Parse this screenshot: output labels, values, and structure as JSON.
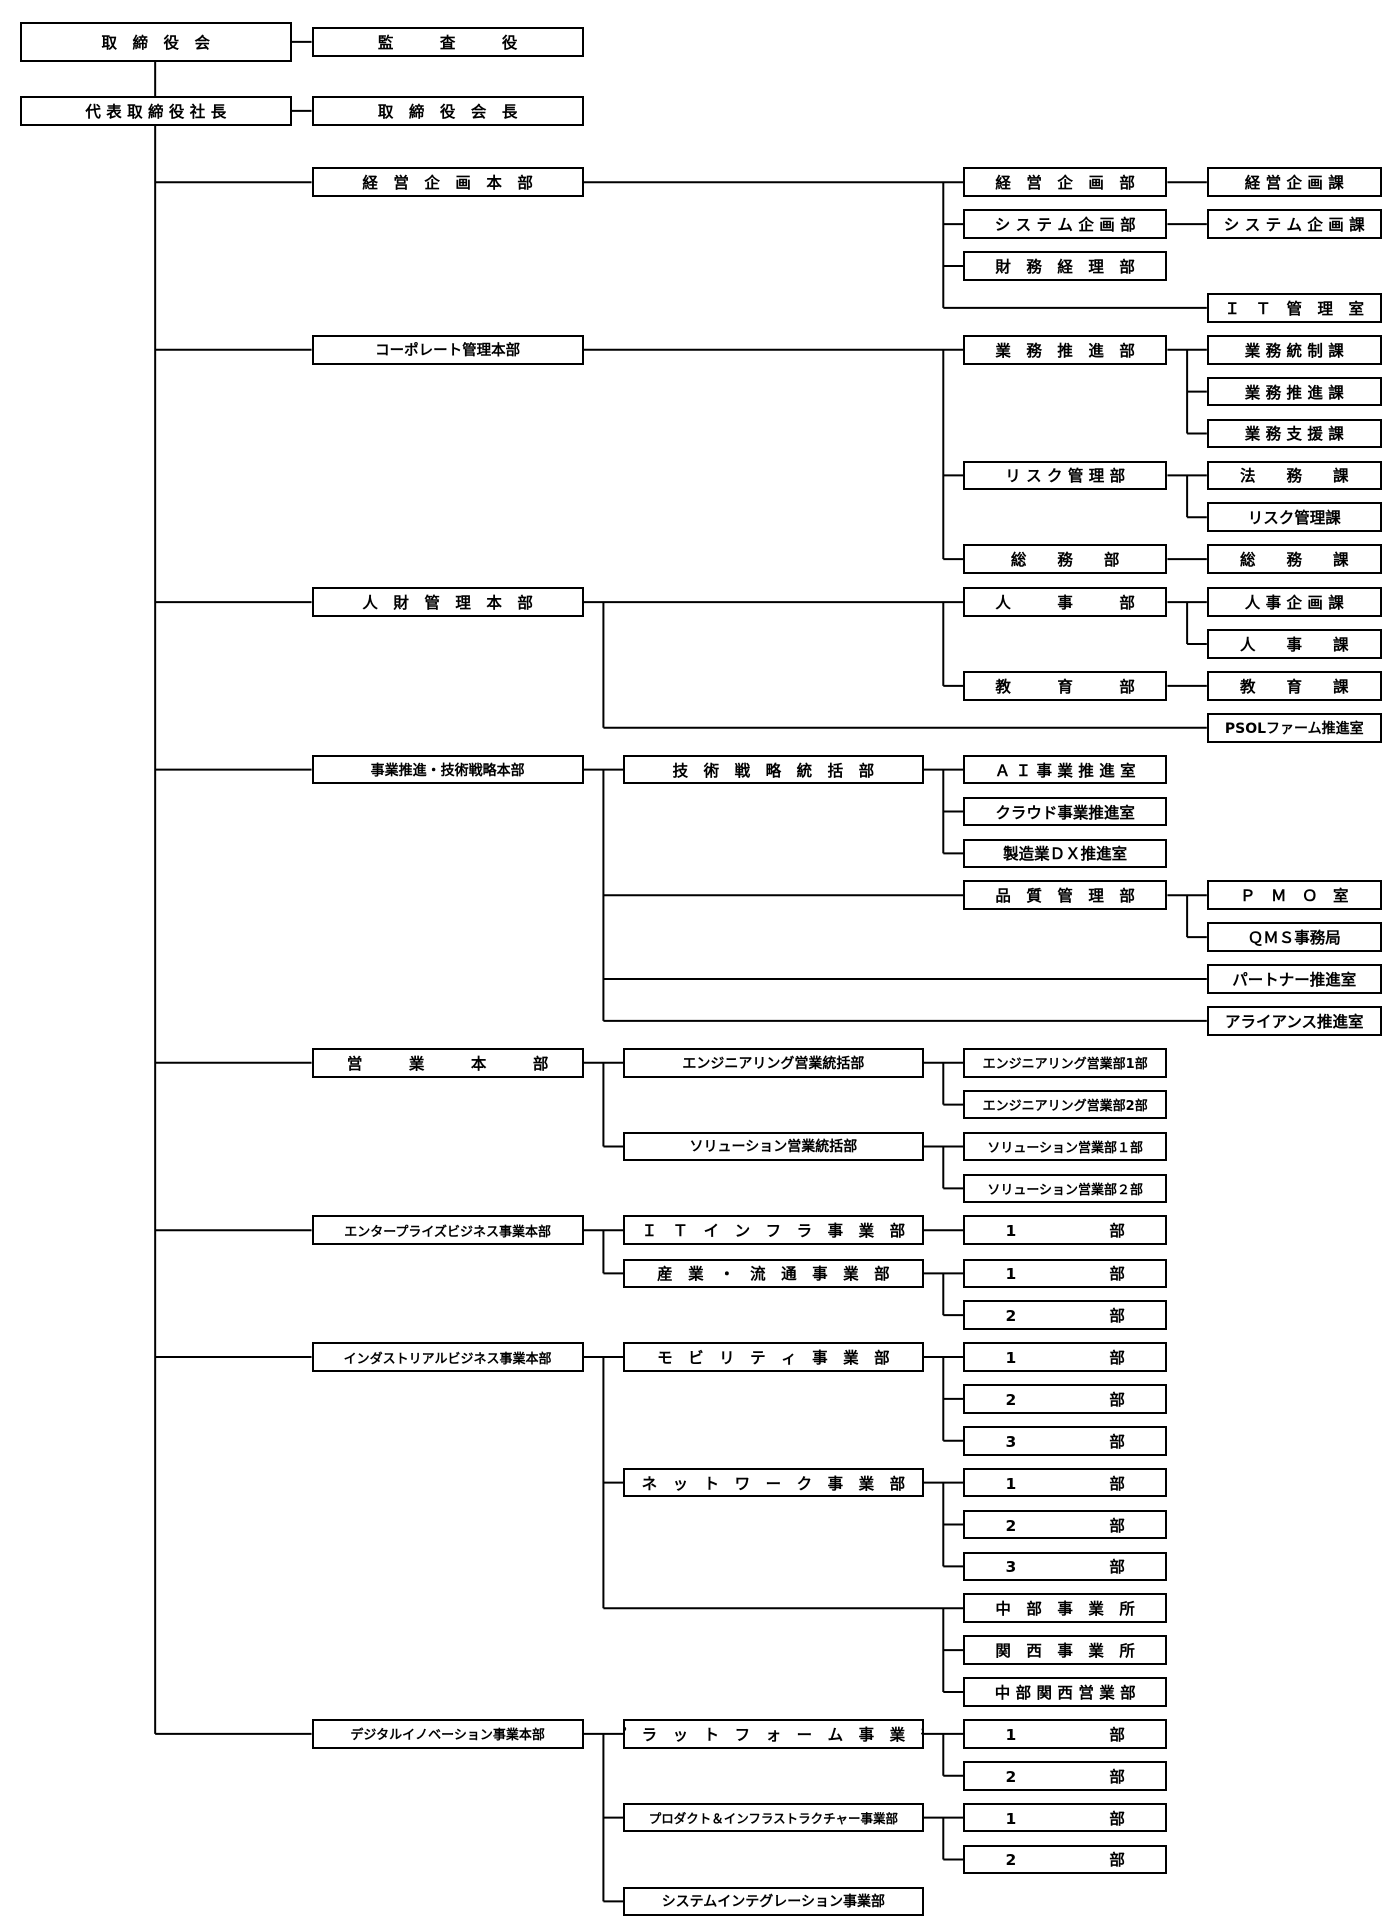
{
  "diagram": {
    "nodes": {
      "board": "取　締　役　会",
      "auditor": "監　　　査　　　役",
      "president": "代 表 取 締 役 社 長",
      "chairman": "取　締　役　会　長",
      "keiei_hq": "経　営　企　画　本　部",
      "keiei_dept": "経　営　企　画　部",
      "keiei_ka": "経 営 企 画 課",
      "system_dept": "シ ス テ ム 企 画 部",
      "system_ka": "シ ス テ ム 企 画 課",
      "zaimu_dept": "財　務　経　理　部",
      "it_room": "Ｉ　Ｔ　管　理　室",
      "corp_hq": "コーポレート管理本部",
      "gyomu_dept": "業　務　推　進　部",
      "gyomu_tosei": "業 務 統 制 課",
      "gyomu_suishin": "業 務 推 進 課",
      "gyomu_shien": "業 務 支 援 課",
      "risk_dept": "リ ス ク 管 理 部",
      "homu_ka": "法　　務　　課",
      "risk_ka": "リスク管理課",
      "somu_dept": "総　　務　　部",
      "somu_ka": "総　　務　　課",
      "jinzai_hq": "人　財　管　理　本　部",
      "jinji_dept": "人　　　事　　　部",
      "jinji_kikaku": "人 事 企 画 課",
      "jinji_ka": "人　　事　　課",
      "kyoiku_dept": "教　　　育　　　部",
      "kyoiku_ka": "教　　育　　課",
      "psol": "PSOLファーム推進室",
      "jigyo_hq": "事業推進・技術戦略本部",
      "gijutsu_senryaku": "技　術　戦　略　統　括　部",
      "ai_room": "Ａ Ｉ 事 業 推 進 室",
      "cloud_room": "クラウド事業推進室",
      "dx_room": "製造業ＤＸ推進室",
      "hinshitsu_dept": "品　質　管　理　部",
      "pmo_room": "Ｐ　Ｍ　Ｏ　室",
      "qms": "ＱＭＳ事務局",
      "partner_room": "パートナー推進室",
      "alliance_room": "アライアンス推進室",
      "eigyo_hq": "営　　　業　　　本　　　部",
      "eng_eigyo": "エンジニアリング営業統括部",
      "eng_1": "エンジニアリング営業部1部",
      "eng_2": "エンジニアリング営業部2部",
      "sol_eigyo": "ソリューション営業統括部",
      "sol_1": "ソリューション営業部１部",
      "sol_2": "ソリューション営業部２部",
      "enterprise_hq": "エンタープライズビジネス事業本部",
      "it_infra": "Ｉ　Ｔ　イ　ン　フ　ラ　事　業　部",
      "ent_it_1": "1　　　　　　部",
      "sangyo": "産　業　・　流　通　事　業　部",
      "sangyo_1": "1　　　　　　部",
      "sangyo_2": "2　　　　　　部",
      "industrial_hq": "インダストリアルビジネス事業本部",
      "mobility": "モ　ビ　リ　テ　ィ　事　業　部",
      "mob_1": "1　　　　　　部",
      "mob_2": "2　　　　　　部",
      "mob_3": "3　　　　　　部",
      "network": "ネ　ッ　ト　ワ　ー　ク　事　業　部",
      "net_1": "1　　　　　　部",
      "net_2": "2　　　　　　部",
      "net_3": "3　　　　　　部",
      "chubu_office": "中　部　事　業　所",
      "kansai_office": "関　西　事　業　所",
      "chubu_kansai": "中 部 関 西 営 業 部",
      "digital_hq": "デジタルイノベーション事業本部",
      "platform": "プ　ラ　ッ　ト　フ　ォ　ー　ム　事　業　部",
      "plat_1": "1　　　　　　部",
      "plat_2": "2　　　　　　部",
      "product": "プロダクト＆インフラストラクチャー事業部",
      "prod_1": "1　　　　　　部",
      "prod_2": "2　　　　　　部",
      "si": "システムインテグレーション事業部"
    }
  }
}
